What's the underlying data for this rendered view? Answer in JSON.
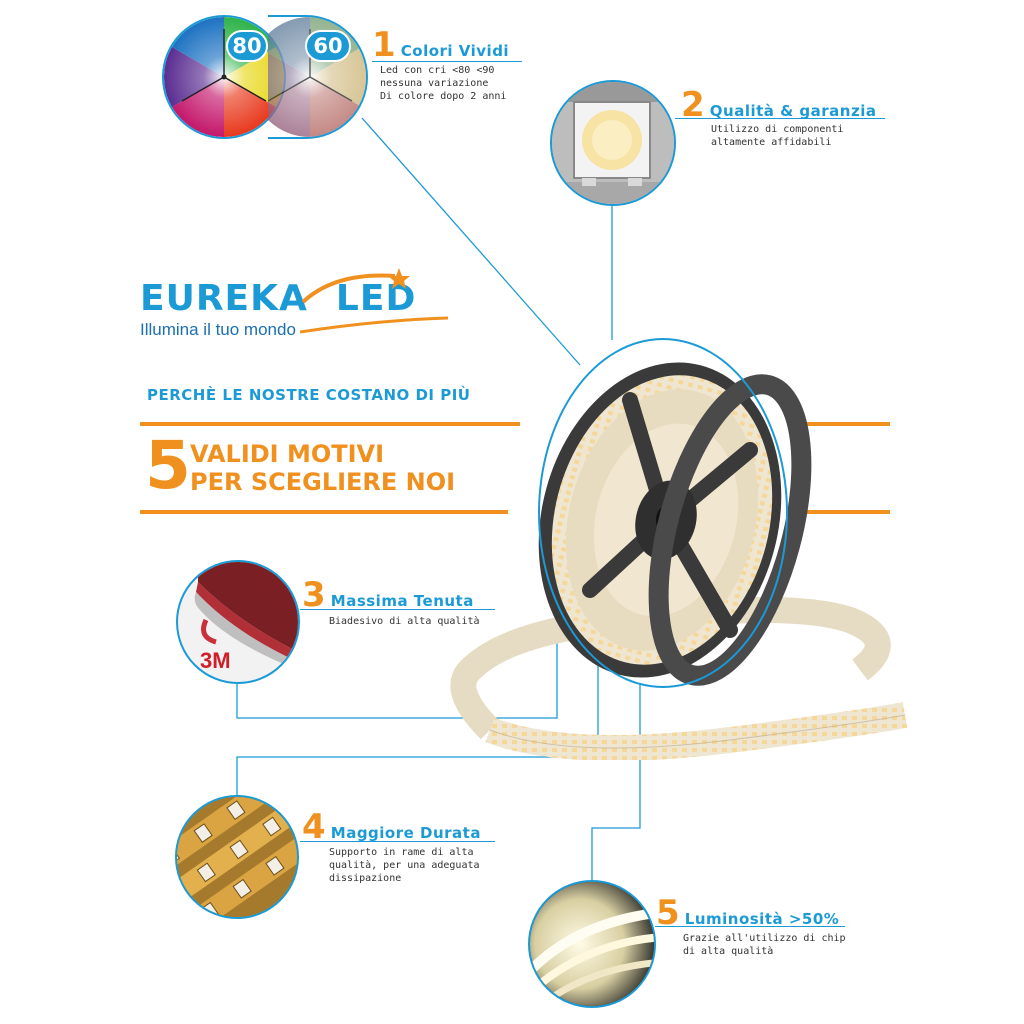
{
  "colors": {
    "blue": "#1b9ad6",
    "orange": "#f0901e",
    "dark_orange": "#e07a10"
  },
  "logo": {
    "brand_left": "EUREKA",
    "brand_right": "LED",
    "tagline": "Illumina il tuo mondo"
  },
  "headline": {
    "question": "PERCHÈ LE NOSTRE COSTANO DI PIÙ",
    "big_number": "5",
    "line1": "VALIDI MOTIVI",
    "line2": "PER SCEGLIERE NOI"
  },
  "cri": {
    "value_a": "80",
    "value_b": "60"
  },
  "badge_3m": "3M",
  "features": [
    {
      "number": "1",
      "title": "Colori Vividi",
      "description": "Led con cri <80 <90\nnessuna variazione\nDi colore dopo 2 anni",
      "icon": "color-wheel-icon"
    },
    {
      "number": "2",
      "title": "Qualità & garanzia",
      "description": "Utilizzo di componenti\naltamente affidabili",
      "icon": "smd-chip-icon"
    },
    {
      "number": "3",
      "title": "Massima Tenuta",
      "description": "Biadesivo di alta qualità",
      "icon": "adhesive-tape-icon"
    },
    {
      "number": "4",
      "title": "Maggiore Durata",
      "description": "Supporto in rame di alta\nqualità, per una adeguata\ndissipazione",
      "icon": "copper-strip-icon"
    },
    {
      "number": "5",
      "title": "Luminosità >50%",
      "description": "Grazie all'utilizzo di chip\ndi alta qualità",
      "icon": "bright-strip-icon"
    }
  ]
}
